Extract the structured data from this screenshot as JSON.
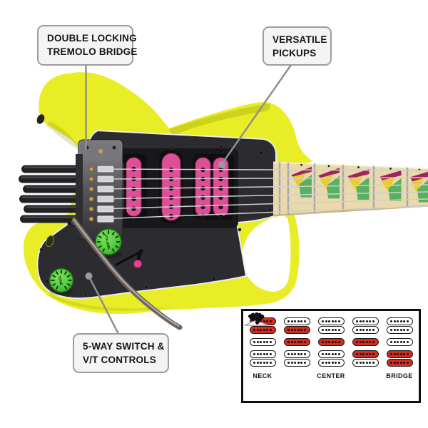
{
  "callouts": [
    {
      "id": "tremolo-bridge",
      "lines": [
        "DOUBLE LOCKING",
        "TREMOLO BRIDGE"
      ]
    },
    {
      "id": "pickups",
      "lines": [
        "VERSATILE",
        "PICKUPS"
      ]
    },
    {
      "id": "controls",
      "lines": [
        "5-WAY SWITCH &",
        "V/T CONTROLS"
      ]
    }
  ],
  "guitar": {
    "knob_labels": [
      "VOLUME",
      "TONE"
    ],
    "pickup_layout": "humbucker-single-humbucker",
    "colors": {
      "body_yellow": "#e9ed25",
      "body_shade": "#6b7000",
      "pickguard": "#2b2b30",
      "pickguard_trim": "#ececec",
      "pickup_pink": "#df4f97",
      "pickup_pink_edge": "#8c2a5c",
      "knob_green": "#4fc93c",
      "fretboard": "#e9d9ab",
      "inlay_magenta": "#a3215c",
      "inlay_yellow": "#e7cf2b",
      "inlay_green": "#57b161",
      "hardware_dark": "#1d1d20",
      "chrome": "#c7c7cc",
      "gold": "#c6a24b",
      "string": "#cfcfcf",
      "leader_line": "#8f8f8f",
      "callout_bg": "#f4f4f3",
      "callout_border": "#9c9c9c"
    }
  },
  "selector_diagram": {
    "active_color": "#d32b20",
    "positions": [
      {
        "label": "NECK",
        "lever_angle": -38,
        "coils": {
          "neck": [
            "on",
            "on"
          ],
          "middle": "off",
          "bridge": [
            "off",
            "off"
          ]
        }
      },
      {
        "label": "",
        "lever_angle": -19,
        "coils": {
          "neck": [
            "off",
            "on"
          ],
          "middle": "on",
          "bridge": [
            "off",
            "off"
          ]
        }
      },
      {
        "label": "CENTER",
        "lever_angle": 3,
        "coils": {
          "neck": [
            "off",
            "off"
          ],
          "middle": "on",
          "bridge": [
            "off",
            "off"
          ]
        }
      },
      {
        "label": "",
        "lever_angle": 21,
        "coils": {
          "neck": [
            "off",
            "off"
          ],
          "middle": "on",
          "bridge": [
            "on",
            "off"
          ]
        }
      },
      {
        "label": "BRIDGE",
        "lever_angle": 40,
        "coils": {
          "neck": [
            "off",
            "off"
          ],
          "middle": "off",
          "bridge": [
            "on",
            "on"
          ]
        }
      }
    ]
  }
}
